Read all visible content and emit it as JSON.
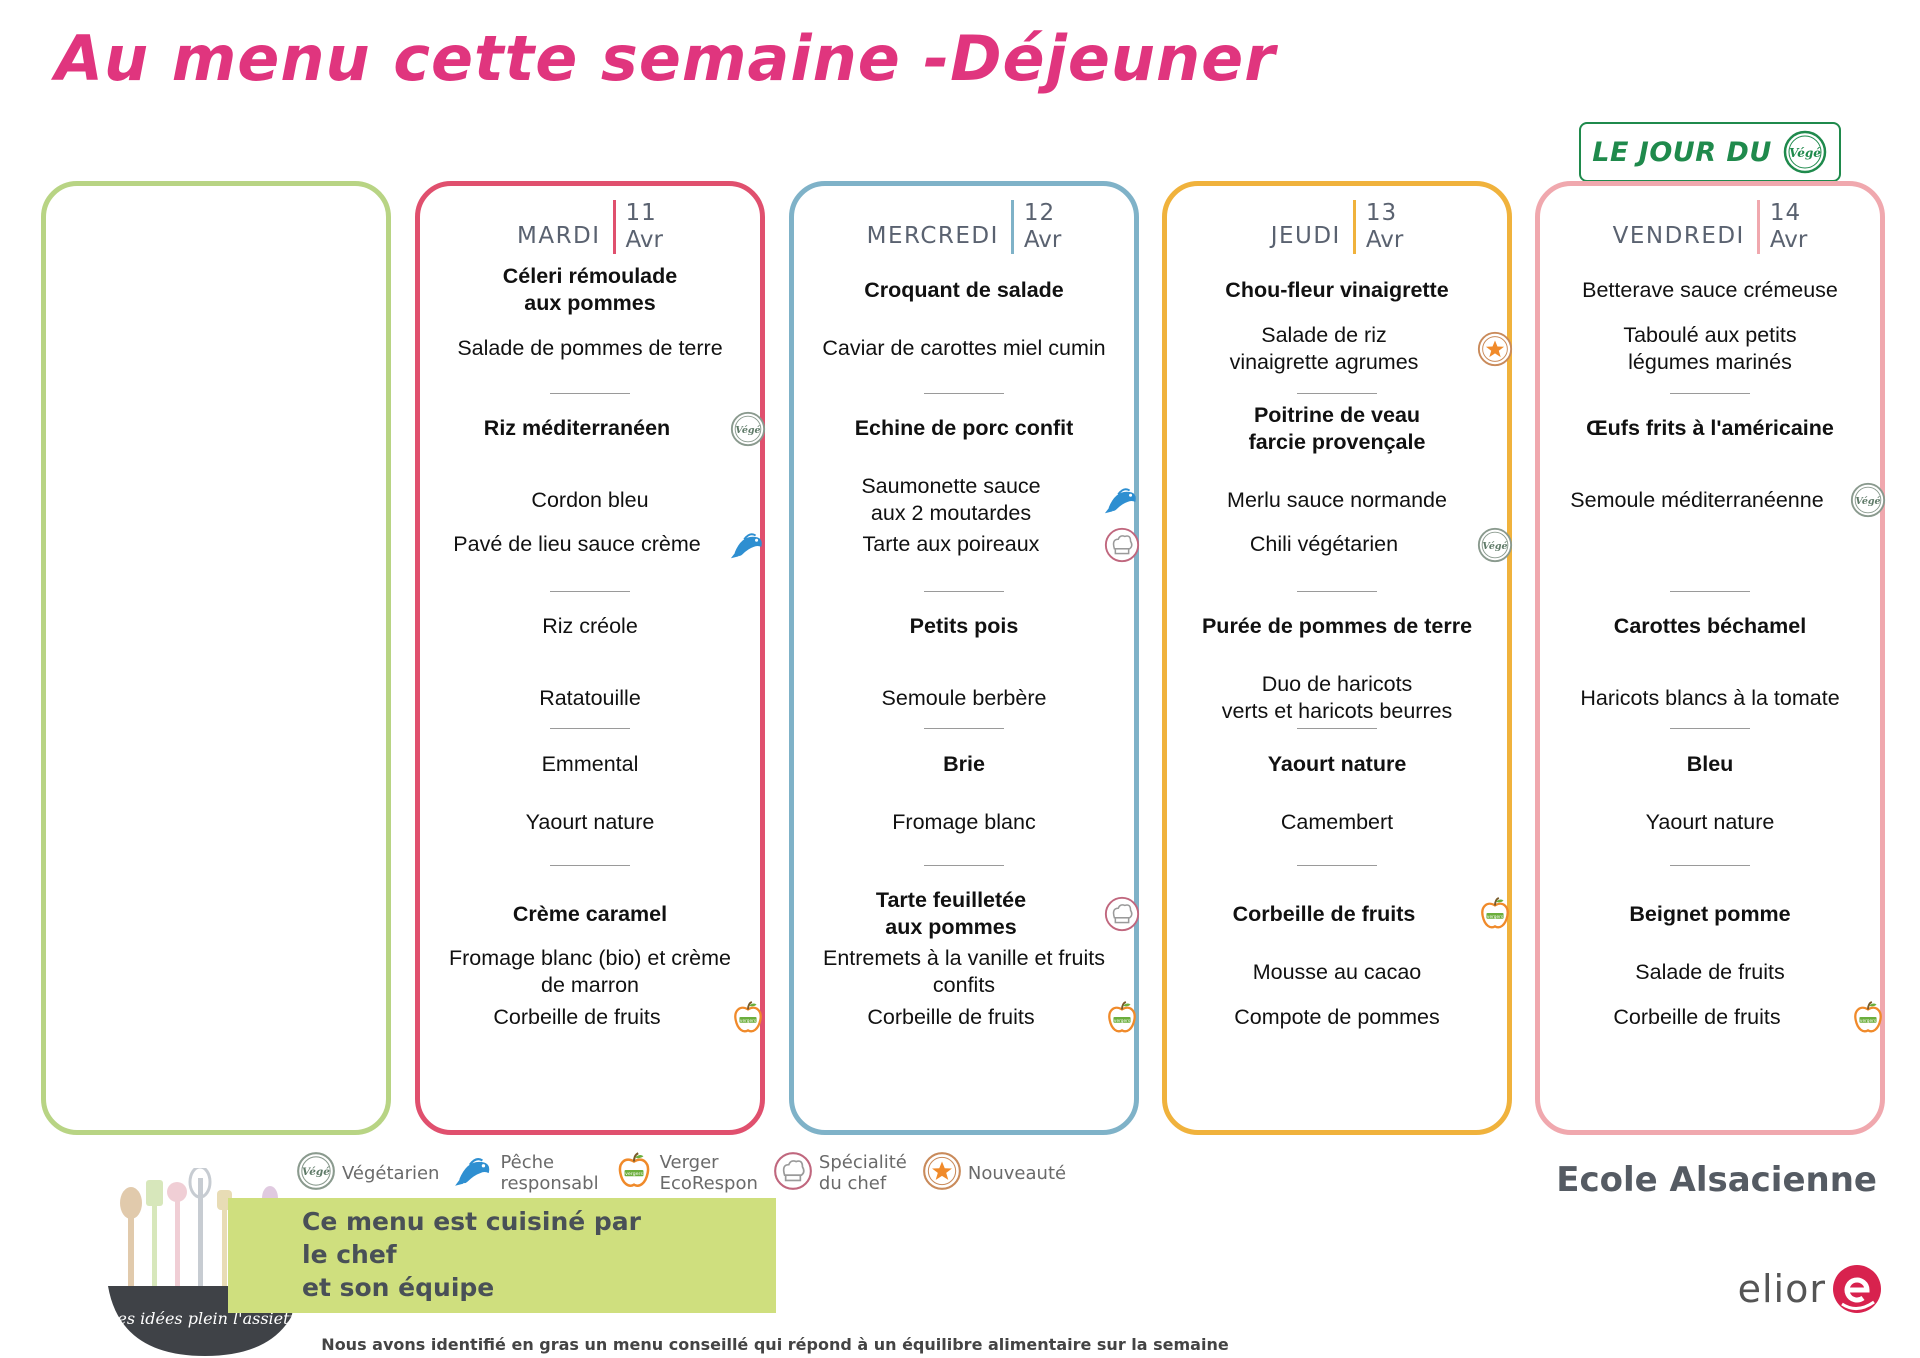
{
  "title": "Au menu cette semaine -Déjeuner",
  "badge": {
    "text": "LE JOUR DU",
    "icon_text": "Végé"
  },
  "colors": {
    "title": "#e0357e",
    "mardi": "#e0506e",
    "mercredi": "#7fb2c8",
    "jeudi": "#f0b23c",
    "vendredi": "#f0a8ae",
    "empty": "#b8d484",
    "banner": "#cfdf7e",
    "vege": "#1f8a4c"
  },
  "days": [
    {
      "name": "MARDI",
      "num": "11",
      "month": "Avr",
      "dishes": [
        {
          "text": "Céleri rémoulade\naux pommes",
          "bold": true,
          "icon": ""
        },
        {
          "text": "Salade de pommes de terre",
          "bold": false,
          "icon": ""
        },
        {
          "text": "Riz méditerranéen",
          "bold": true,
          "icon": "vege-icon"
        },
        {
          "text": "Cordon bleu",
          "bold": false,
          "icon": ""
        },
        {
          "text": "Pavé de lieu sauce crème",
          "bold": false,
          "icon": "fish-icon"
        },
        {
          "text": "Riz créole",
          "bold": false,
          "icon": ""
        },
        {
          "text": "Ratatouille",
          "bold": false,
          "icon": ""
        },
        {
          "text": "Emmental",
          "bold": false,
          "icon": ""
        },
        {
          "text": "Yaourt nature",
          "bold": false,
          "icon": ""
        },
        {
          "text": "Crème caramel",
          "bold": true,
          "icon": ""
        },
        {
          "text": "Fromage blanc (bio) et crème\nde marron",
          "bold": false,
          "icon": ""
        },
        {
          "text": "Corbeille de fruits",
          "bold": false,
          "icon": "apple-icon"
        }
      ]
    },
    {
      "name": "MERCREDI",
      "num": "12",
      "month": "Avr",
      "dishes": [
        {
          "text": "Croquant de salade",
          "bold": true,
          "icon": ""
        },
        {
          "text": "Caviar de carottes miel cumin",
          "bold": false,
          "icon": ""
        },
        {
          "text": "Echine de porc confit",
          "bold": true,
          "icon": ""
        },
        {
          "text": "Saumonette sauce\naux 2 moutardes",
          "bold": false,
          "icon": "fish-icon"
        },
        {
          "text": "Tarte aux poireaux",
          "bold": false,
          "icon": "chef-icon"
        },
        {
          "text": "Petits pois",
          "bold": true,
          "icon": ""
        },
        {
          "text": "Semoule berbère",
          "bold": false,
          "icon": ""
        },
        {
          "text": "Brie",
          "bold": true,
          "icon": ""
        },
        {
          "text": "Fromage blanc",
          "bold": false,
          "icon": ""
        },
        {
          "text": "Tarte feuilletée\naux pommes",
          "bold": true,
          "icon": "chef-icon"
        },
        {
          "text": "Entremets à la vanille et fruits\nconfits",
          "bold": false,
          "icon": ""
        },
        {
          "text": "Corbeille de fruits",
          "bold": false,
          "icon": "apple-icon"
        }
      ]
    },
    {
      "name": "JEUDI",
      "num": "13",
      "month": "Avr",
      "dishes": [
        {
          "text": "Chou-fleur vinaigrette",
          "bold": true,
          "icon": ""
        },
        {
          "text": "Salade de riz\nvinaigrette agrumes",
          "bold": false,
          "icon": "star-icon"
        },
        {
          "text": "Poitrine de veau\nfarcie provençale",
          "bold": true,
          "icon": ""
        },
        {
          "text": "Merlu sauce normande",
          "bold": false,
          "icon": ""
        },
        {
          "text": "Chili végétarien",
          "bold": false,
          "icon": "vege-icon"
        },
        {
          "text": "Purée de pommes de terre",
          "bold": true,
          "icon": ""
        },
        {
          "text": "Duo de haricots\nverts et haricots beurres",
          "bold": false,
          "icon": ""
        },
        {
          "text": "Yaourt nature",
          "bold": true,
          "icon": ""
        },
        {
          "text": "Camembert",
          "bold": false,
          "icon": ""
        },
        {
          "text": "Corbeille de fruits",
          "bold": true,
          "icon": "apple-icon"
        },
        {
          "text": "Mousse au cacao",
          "bold": false,
          "icon": ""
        },
        {
          "text": "Compote de pommes",
          "bold": false,
          "icon": ""
        }
      ]
    },
    {
      "name": "VENDREDI",
      "num": "14",
      "month": "Avr",
      "dishes": [
        {
          "text": "Betterave sauce crémeuse",
          "bold": false,
          "icon": ""
        },
        {
          "text": "Taboulé aux petits\nlégumes marinés",
          "bold": false,
          "icon": ""
        },
        {
          "text": "Œufs frits à l'américaine",
          "bold": true,
          "icon": ""
        },
        {
          "text": "Semoule méditerranéenne",
          "bold": false,
          "icon": "vege-icon"
        },
        {
          "text": "",
          "bold": false,
          "icon": ""
        },
        {
          "text": "Carottes béchamel",
          "bold": true,
          "icon": ""
        },
        {
          "text": "Haricots blancs à la tomate",
          "bold": false,
          "icon": ""
        },
        {
          "text": "Bleu",
          "bold": true,
          "icon": ""
        },
        {
          "text": "Yaourt nature",
          "bold": false,
          "icon": ""
        },
        {
          "text": "Beignet pomme",
          "bold": true,
          "icon": ""
        },
        {
          "text": "Salade de fruits",
          "bold": false,
          "icon": ""
        },
        {
          "text": "Corbeille de fruits",
          "bold": false,
          "icon": "apple-icon"
        }
      ]
    }
  ],
  "legend": [
    {
      "icon": "vege-icon",
      "label": "Végétarien"
    },
    {
      "icon": "fish-icon",
      "label": "Pêche\nresponsabl"
    },
    {
      "icon": "apple-icon",
      "label": "Verger\nEcoRespon"
    },
    {
      "icon": "chef-icon",
      "label": "Spécialité\ndu chef"
    },
    {
      "icon": "star-icon",
      "label": "Nouveauté"
    }
  ],
  "school": "Ecole Alsacienne",
  "banner": "Ce menu est cuisiné par\nle chef\net son équipe",
  "deco_text": "Des idées plein l'assiette",
  "brand": "elior",
  "footnote": "Nous avons identifié en gras un menu conseillé qui répond à un équilibre alimentaire sur la semaine"
}
